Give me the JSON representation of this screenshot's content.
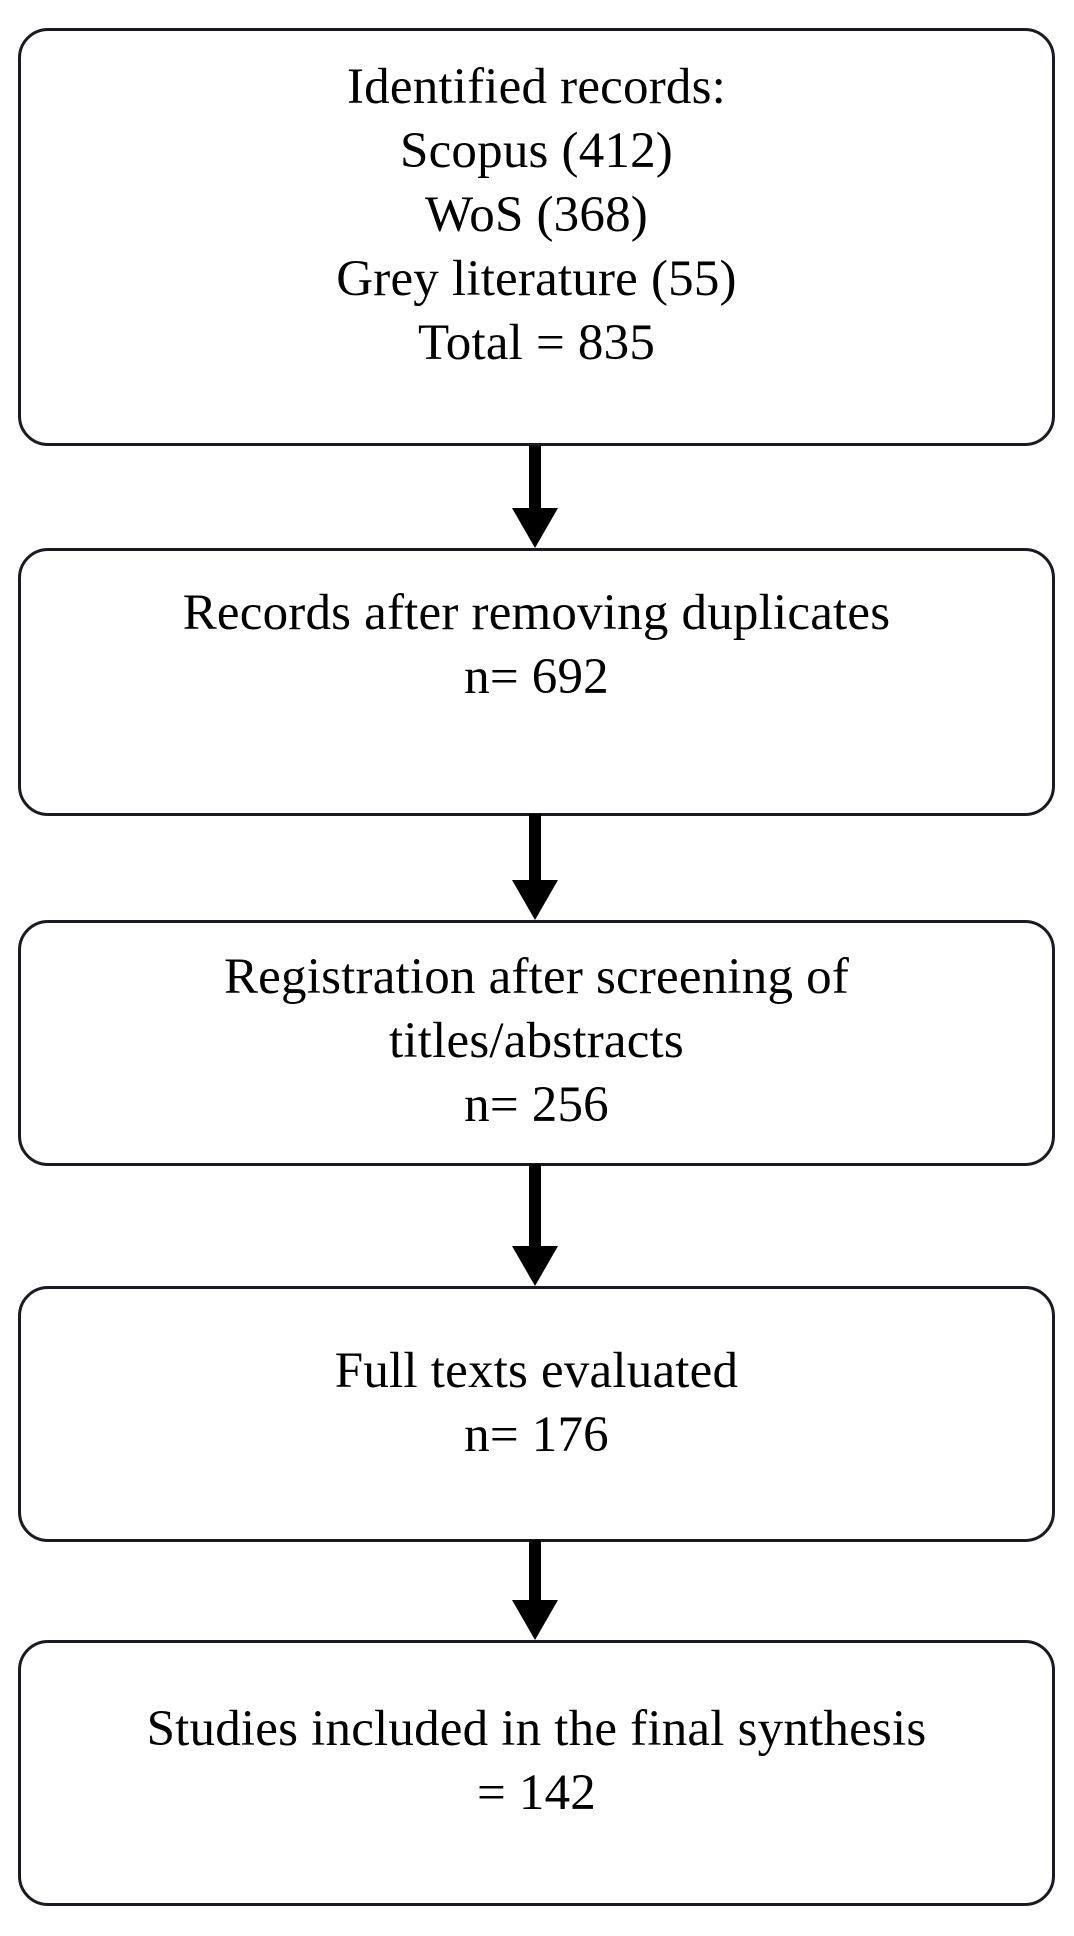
{
  "diagram": {
    "type": "prisma-flow-diagram",
    "orientation": "vertical",
    "background_color": "#ffffff",
    "box_border_color": "#1a1a22",
    "arrow_color": "#000000",
    "nodes": [
      {
        "id": "identified",
        "name": "identified-records",
        "lines": [
          "Identified records:",
          "Scopus (412)",
          "WoS (368)",
          "Grey literature (55)",
          "Total = 835"
        ]
      },
      {
        "id": "duplicates",
        "name": "records-after-removing-duplicates",
        "lines": [
          "Records after removing duplicates",
          "n= 692"
        ]
      },
      {
        "id": "screening",
        "name": "registration-after-screening",
        "lines": [
          "Registration after screening of",
          "titles/abstracts",
          "n= 256"
        ]
      },
      {
        "id": "fulltext",
        "name": "full-texts-evaluated",
        "lines": [
          "Full texts evaluated",
          "n= 176"
        ]
      },
      {
        "id": "included",
        "name": "studies-included-final-synthesis",
        "lines": [
          "Studies included in the final synthesis",
          "= 142"
        ]
      }
    ],
    "connectors": [
      {
        "id": "arrow-1",
        "from": "identified",
        "to": "duplicates",
        "icon": "down-arrow-icon"
      },
      {
        "id": "arrow-2",
        "from": "duplicates",
        "to": "screening",
        "icon": "down-arrow-icon"
      },
      {
        "id": "arrow-3",
        "from": "screening",
        "to": "fulltext",
        "icon": "down-arrow-icon"
      },
      {
        "id": "arrow-4",
        "from": "fulltext",
        "to": "included",
        "icon": "down-arrow-icon"
      }
    ],
    "counts": {
      "scopus": 412,
      "wos": 368,
      "grey_literature": 55,
      "total_identified": 835,
      "after_duplicates": 692,
      "after_title_abstract_screening": 256,
      "full_texts_evaluated": 176,
      "included_in_synthesis": 142
    }
  }
}
